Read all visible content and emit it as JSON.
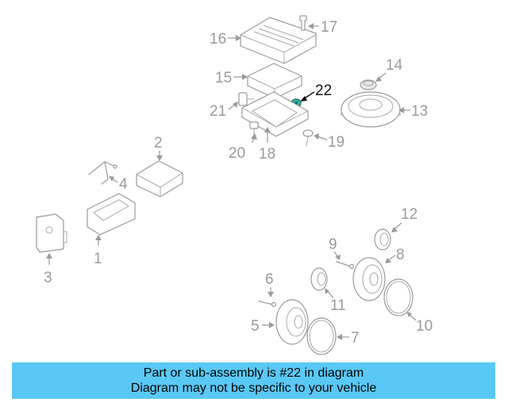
{
  "diagram": {
    "callouts": {
      "c1": "1",
      "c2": "2",
      "c3": "3",
      "c4": "4",
      "c5": "5",
      "c6": "6",
      "c7": "7",
      "c8": "8",
      "c9": "9",
      "c10": "10",
      "c11": "11",
      "c12": "12",
      "c13": "13",
      "c14": "14",
      "c15": "15",
      "c16": "16",
      "c17": "17",
      "c18": "18",
      "c19": "19",
      "c20": "20",
      "c21": "21",
      "c22": "22"
    },
    "highlighted_part": "22",
    "highlight_color": "#2fb4a6"
  },
  "banner": {
    "line1": "Part or sub-assembly is #22 in diagram",
    "line2": "Diagram may not be specific to your vehicle",
    "background": "#5ac8f5"
  }
}
